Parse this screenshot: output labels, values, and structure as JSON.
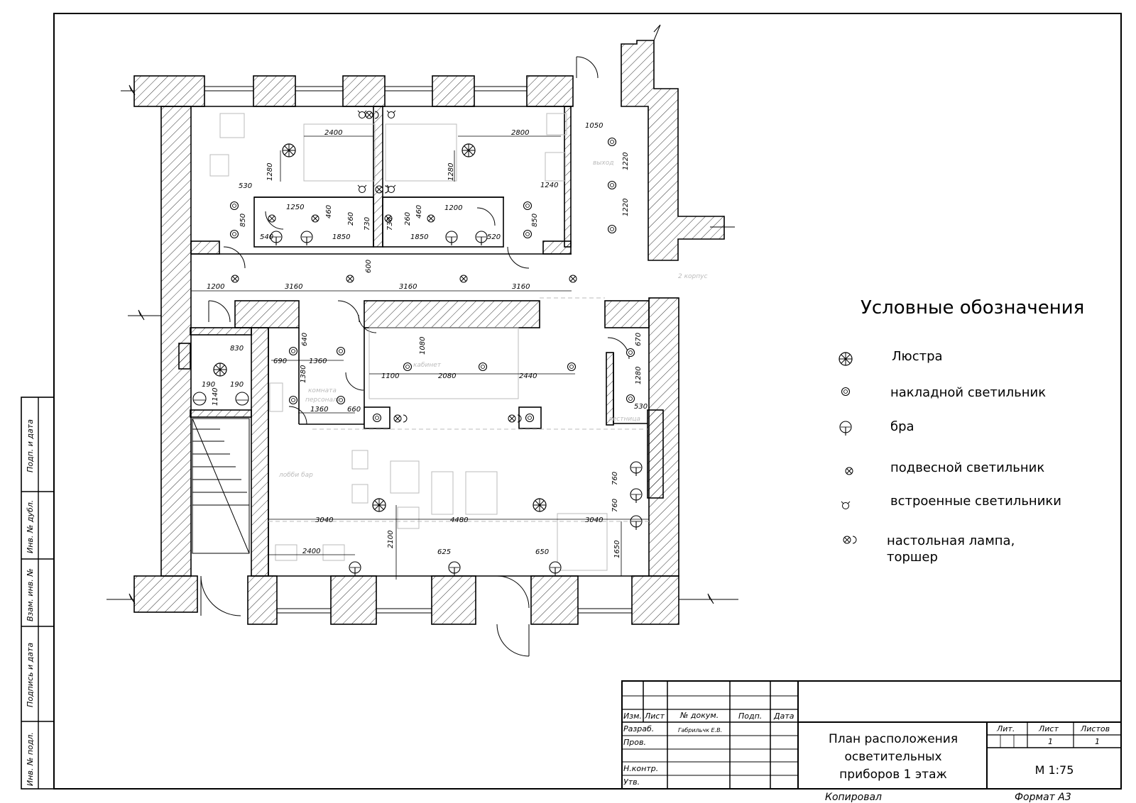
{
  "legend": {
    "title": "Условные обозначения",
    "items": [
      {
        "symbol": "chandelier-icon",
        "label": "Люстра"
      },
      {
        "symbol": "surface-light-icon",
        "label": "накладной светильник"
      },
      {
        "symbol": "sconce-icon",
        "label": "бра"
      },
      {
        "symbol": "pendant-light-icon",
        "label": "подвесной светильник"
      },
      {
        "symbol": "recessed-light-icon",
        "label": "встроенные светильники"
      },
      {
        "symbol": "table-lamp-icon",
        "label": "настольная лампа,"
      },
      {
        "symbol": "",
        "label": "торшер"
      }
    ]
  },
  "side_stamp": [
    "Подп. и дата",
    "Инв. № дубл.",
    "Взам. инв. №",
    "Подпись и дата",
    "Инв. № подл."
  ],
  "title_block": {
    "headers": [
      "Изм.",
      "Лист",
      "№ докум.",
      "Подп.",
      "Дата"
    ],
    "roles": [
      "Разраб.",
      "Пров.",
      "Н.контр.",
      "Утв."
    ],
    "author": "Габрильчк Е.В.",
    "title_lines": [
      "План расположения",
      "осветительных",
      "приборов 1 этаж"
    ],
    "lit_label": "Лит.",
    "list_label": "Лист",
    "listov_label": "Листов",
    "list_value": "1",
    "listov_value": "1",
    "scale": "М 1:75"
  },
  "footer": {
    "copied": "Копировал",
    "format": "Формат  А3"
  },
  "dimensions": [
    "2400",
    "2800",
    "1050",
    "1280",
    "1280",
    "1220",
    "1220",
    "530",
    "1250",
    "460",
    "260",
    "730",
    "850",
    "540",
    "1850",
    "1200",
    "460",
    "260",
    "730",
    "1850",
    "520",
    "1240",
    "850",
    "600",
    "1200",
    "3160",
    "3160",
    "3160",
    "640",
    "830",
    "690",
    "1360",
    "1080",
    "670",
    "1380",
    "190",
    "190",
    "1140",
    "1100",
    "2080",
    "2440",
    "1280",
    "530",
    "1360",
    "660",
    "760",
    "760",
    "1650",
    "3040",
    "4480",
    "3040",
    "2400",
    "2100",
    "625",
    "650"
  ],
  "room_labels": [
    "выход",
    "2 корпус",
    "кабинет",
    "комната",
    "персонала",
    "лобби бар",
    "лестница"
  ],
  "colors": {
    "line": "#000000",
    "faint": "#bbbbbb",
    "paper": "#ffffff"
  }
}
